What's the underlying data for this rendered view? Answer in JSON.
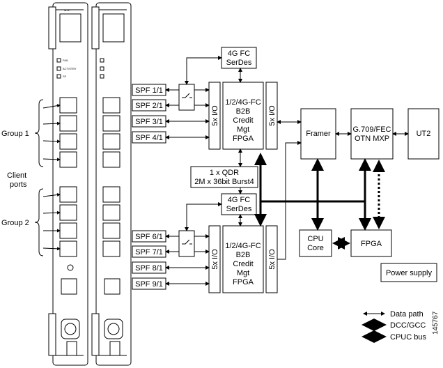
{
  "card_labels": {
    "group1": "Group 1",
    "group2": "Group 2",
    "client_ports": [
      "Client",
      "ports"
    ],
    "led_labels": [
      "FAIL",
      "ACT/STBY",
      "SF"
    ],
    "card_name": "MXP"
  },
  "blocks": {
    "serdes_top": [
      "4G FC",
      "SerDes"
    ],
    "serdes_bottom": [
      "4G FC",
      "SerDes"
    ],
    "fpga_top": [
      "1/2/4G-FC",
      "B2B",
      "Credit",
      "Mgt",
      "FPGA"
    ],
    "fpga_bottom": [
      "1/2/4G-FC",
      "B2B",
      "Credit",
      "Mgt",
      "FPGA"
    ],
    "io": "5x I/O",
    "qdr": [
      "1 x QDR",
      "2M x 36bit Burst4"
    ],
    "framer": "Framer",
    "otn": [
      "G.709/FEC",
      "OTN MXP"
    ],
    "ut2": "UT2",
    "cpu": [
      "CPU",
      "Core"
    ],
    "fpga_small": "FPGA",
    "power": "Power supply"
  },
  "ports_top": [
    "SPF 1/1",
    "SPF 2/1",
    "SPF 3/1",
    "SPF 4/1"
  ],
  "ports_bottom": [
    "SPF 6/1",
    "SPF 7/1",
    "SPF 8/1",
    "SPF 9/1"
  ],
  "legend": {
    "data_path": "Data path",
    "dcc": "DCC/GCC",
    "cpuc": "CPUC bus"
  },
  "figure_id": "145767"
}
